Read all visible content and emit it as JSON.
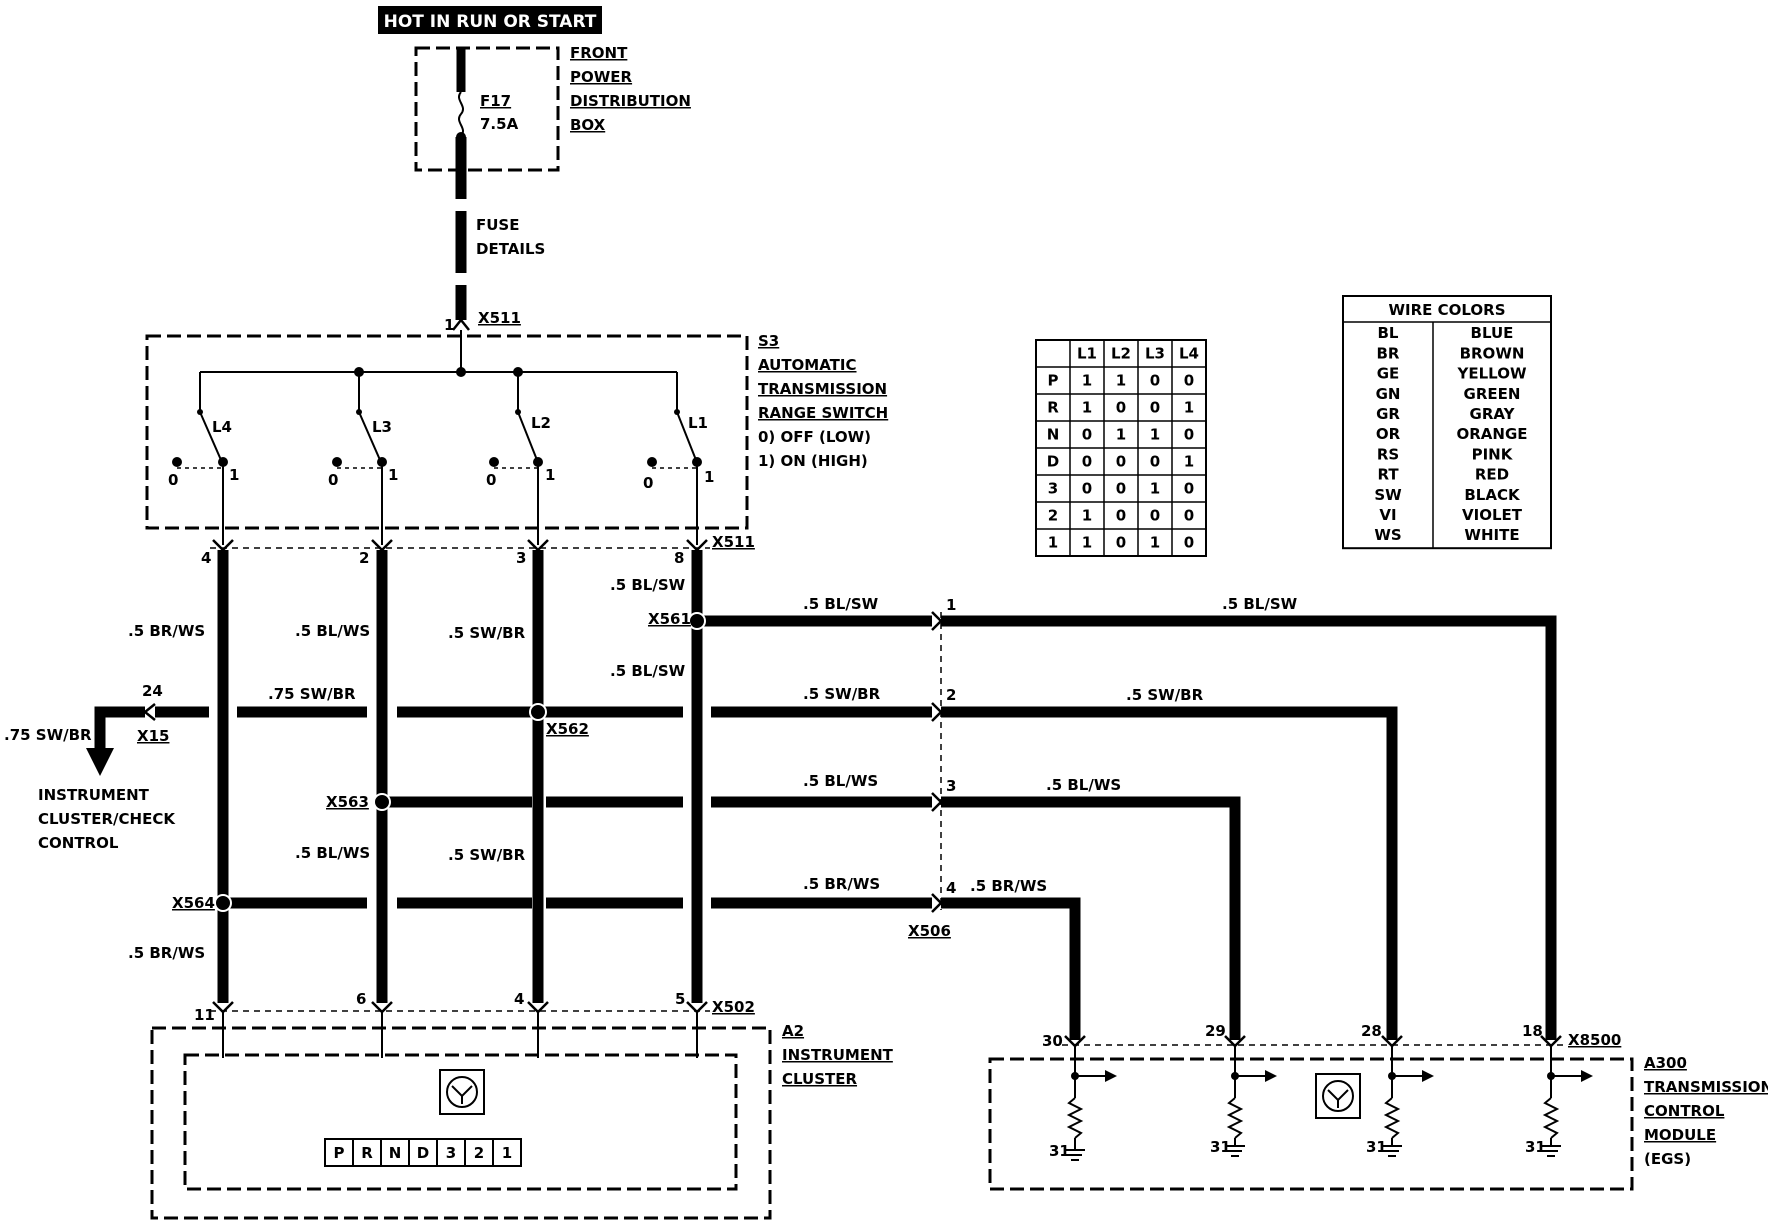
{
  "power_label": "HOT IN RUN OR START",
  "fuse_box": {
    "lines": [
      "FRONT",
      "POWER",
      "DISTRIBUTION",
      "BOX"
    ],
    "fuse_id": "F17",
    "fuse_rating": "7.5A"
  },
  "fuse_details": [
    "FUSE",
    "DETAILS"
  ],
  "switch": {
    "lines": [
      "S3",
      "AUTOMATIC",
      "TRANSMISSION",
      "RANGE SWITCH",
      "0) OFF (LOW)",
      "1) ON (HIGH)"
    ],
    "contacts": [
      "L4",
      "L3",
      "L2",
      "L1"
    ]
  },
  "connectors": {
    "x511": "X511",
    "x502": "X502",
    "x506": "X506",
    "x15": "X15",
    "x8500": "X8500",
    "x561": "X561",
    "x562": "X562",
    "x563": "X563",
    "x564": "X564"
  },
  "pins": {
    "x511_1": "1",
    "s3_4": "4",
    "s3_2": "2",
    "s3_3": "3",
    "s3_8": "8",
    "a2_11": "11",
    "a2_6": "6",
    "a2_4": "4",
    "a2_5": "5",
    "x506_1": "1",
    "x506_2": "2",
    "x506_3": "3",
    "x506_4": "4",
    "x15_24": "24",
    "a300_30": "30",
    "a300_29": "29",
    "a300_28": "28",
    "a300_18": "18",
    "gnd": "31"
  },
  "wires": {
    "br_ws": ".5 BR/WS",
    "bl_ws": ".5 BL/WS",
    "sw_br": ".5 SW/BR",
    "bl_sw": ".5 BL/SW",
    "sw_br_75": ".75 SW/BR"
  },
  "instrument_cluster_check": [
    "INSTRUMENT",
    "CLUSTER/CHECK",
    "CONTROL"
  ],
  "a2": {
    "lines": [
      "A2",
      "INSTRUMENT",
      "CLUSTER"
    ],
    "gears": [
      "P",
      "R",
      "N",
      "D",
      "3",
      "2",
      "1"
    ]
  },
  "a300": {
    "lines": [
      "A300",
      "TRANSMISSION",
      "CONTROL",
      "MODULE",
      "(EGS)"
    ]
  },
  "range_table": {
    "headers": [
      "L1",
      "L2",
      "L3",
      "L4"
    ],
    "rows": [
      {
        "pos": "P",
        "vals": [
          "1",
          "1",
          "0",
          "0"
        ]
      },
      {
        "pos": "R",
        "vals": [
          "1",
          "0",
          "0",
          "1"
        ]
      },
      {
        "pos": "N",
        "vals": [
          "0",
          "1",
          "1",
          "0"
        ]
      },
      {
        "pos": "D",
        "vals": [
          "0",
          "0",
          "0",
          "1"
        ]
      },
      {
        "pos": "3",
        "vals": [
          "0",
          "0",
          "1",
          "0"
        ]
      },
      {
        "pos": "2",
        "vals": [
          "1",
          "0",
          "0",
          "0"
        ]
      },
      {
        "pos": "1",
        "vals": [
          "1",
          "0",
          "1",
          "0"
        ]
      }
    ]
  },
  "wire_colors": {
    "title": "WIRE COLORS",
    "rows": [
      {
        "code": "BL",
        "name": "BLUE"
      },
      {
        "code": "BR",
        "name": "BROWN"
      },
      {
        "code": "GE",
        "name": "YELLOW"
      },
      {
        "code": "GN",
        "name": "GREEN"
      },
      {
        "code": "GR",
        "name": "GRAY"
      },
      {
        "code": "OR",
        "name": "ORANGE"
      },
      {
        "code": "RS",
        "name": "PINK"
      },
      {
        "code": "RT",
        "name": "RED"
      },
      {
        "code": "SW",
        "name": "BLACK"
      },
      {
        "code": "VI",
        "name": "VIOLET"
      },
      {
        "code": "WS",
        "name": "WHITE"
      }
    ]
  }
}
